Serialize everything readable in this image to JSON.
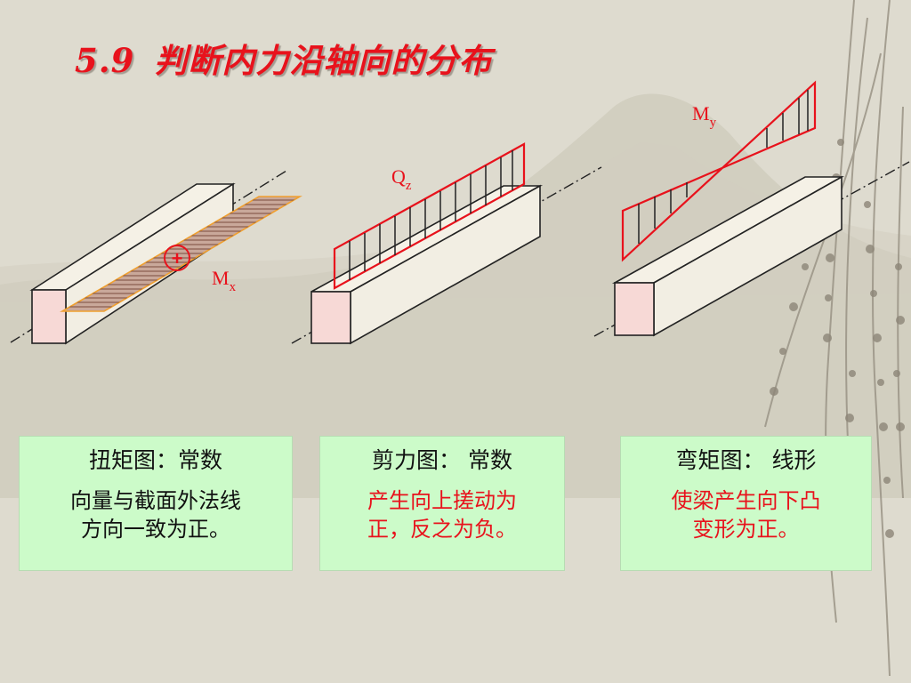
{
  "title": {
    "number": "5.9",
    "text": "判断内力沿轴向的分布"
  },
  "labels": {
    "mx": {
      "main": "M",
      "sub": "x"
    },
    "qz": {
      "main": "Q",
      "sub": "z"
    },
    "my": {
      "main": "M",
      "sub": "y"
    },
    "plus": "+"
  },
  "boxes": [
    {
      "heading": "扭矩图：常数",
      "body_line1": "向量与截面外法线",
      "body_line2": "方向一致为正。",
      "body_color": "#111111"
    },
    {
      "heading": "剪力图： 常数",
      "body_line1": "产生向上搓动为",
      "body_line2": "正，反之为负。",
      "body_color": "#e8121c"
    },
    {
      "heading": "弯矩图： 线形",
      "body_line1": "使梁产生向下凸",
      "body_line2": "变形为正。",
      "body_color": "#e8121c"
    }
  ],
  "colors": {
    "accent_red": "#e8121c",
    "beam_face": "#f7d9d6",
    "hatch_fill": "#c9a89a",
    "hatch_edge": "#f0a030",
    "box_bg": "#ccfbc9"
  },
  "icons": [
    "willow-branch-decoration",
    "mountain-silhouette"
  ]
}
